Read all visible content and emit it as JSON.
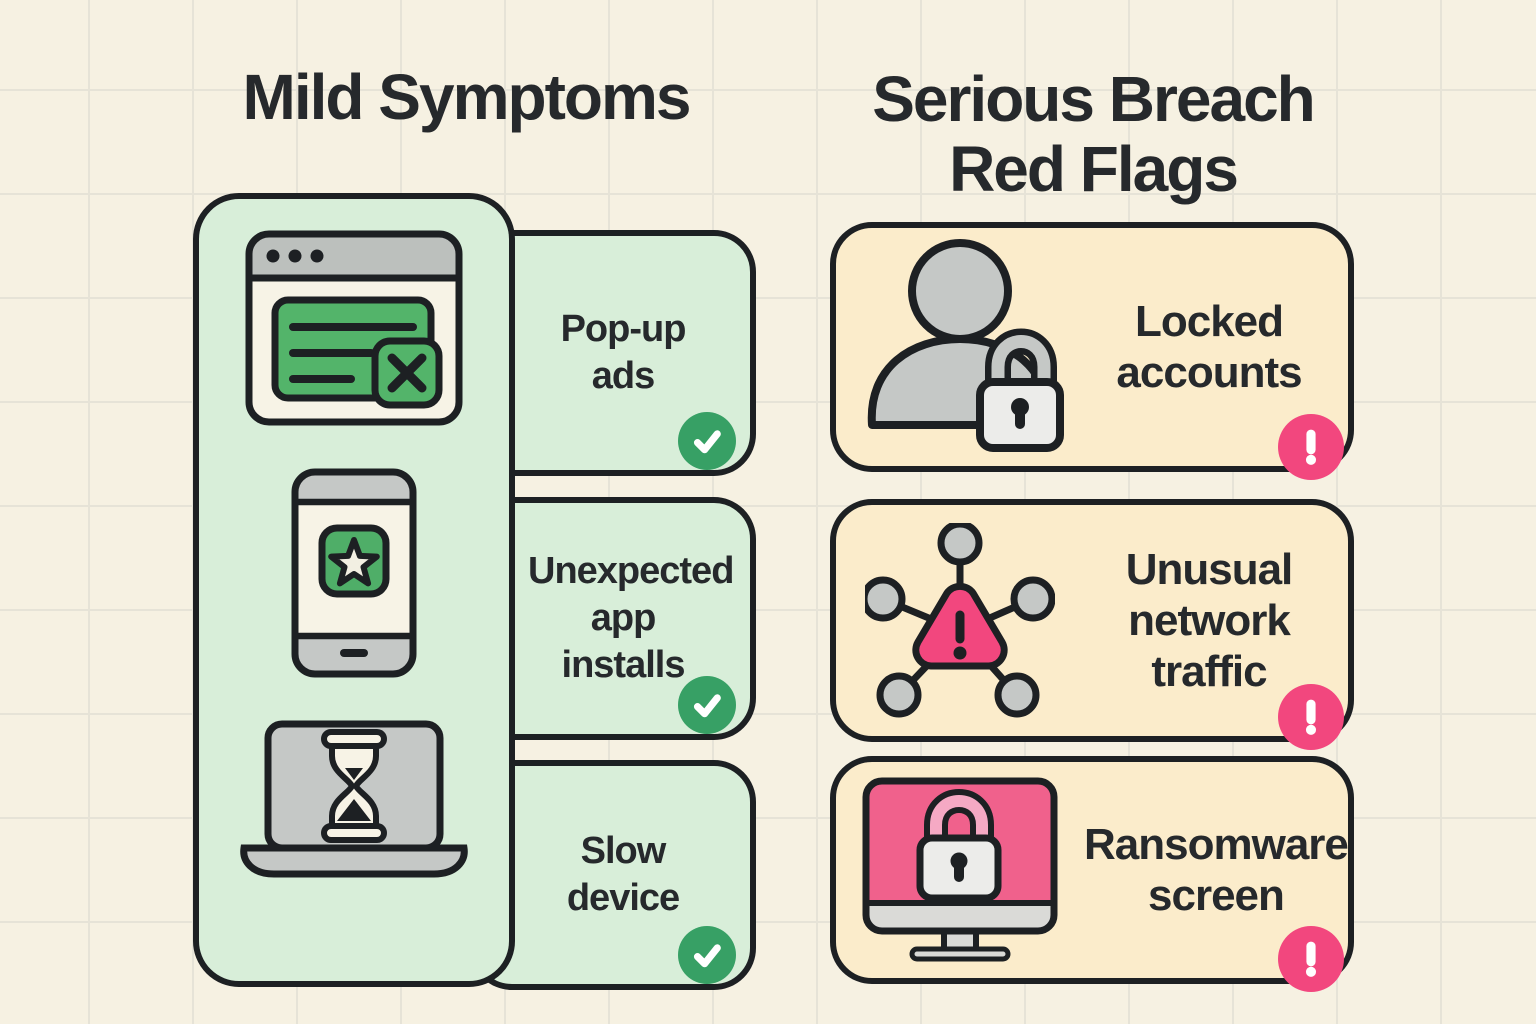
{
  "palette": {
    "background": "#f6f1e2",
    "grid_line": "#e6e3d7",
    "outline": "#1d2023",
    "text": "#26292c",
    "mint_fill": "#d8eed9",
    "cream_fill": "#fbeccb",
    "accent_green": "#53b46a",
    "check_badge_green": "#37a065",
    "alert_pink": "#f2477e",
    "icon_gray": "#c5c8c6"
  },
  "left_column": {
    "title": "Mild Symptoms",
    "panel_icons": [
      {
        "name": "browser-popup-ad-icon"
      },
      {
        "name": "phone-app-install-icon"
      },
      {
        "name": "laptop-hourglass-icon"
      }
    ],
    "cards": [
      {
        "lines": [
          "Pop-up",
          "ads"
        ],
        "badge": "check"
      },
      {
        "lines": [
          "Unexpected",
          "app installs"
        ],
        "badge": "check"
      },
      {
        "lines": [
          "Slow",
          "device"
        ],
        "badge": "check"
      }
    ]
  },
  "right_column": {
    "title_lines": [
      "Serious Breach",
      "Red Flags"
    ],
    "cards": [
      {
        "lines": [
          "Locked",
          "accounts"
        ],
        "icon": "user-lock-icon",
        "badge": "alert"
      },
      {
        "lines": [
          "Unusual",
          "network",
          "traffic"
        ],
        "icon": "network-warning-icon",
        "badge": "alert"
      },
      {
        "lines": [
          "Ransomware",
          "screen"
        ],
        "icon": "ransomware-monitor-icon",
        "badge": "alert"
      }
    ]
  }
}
